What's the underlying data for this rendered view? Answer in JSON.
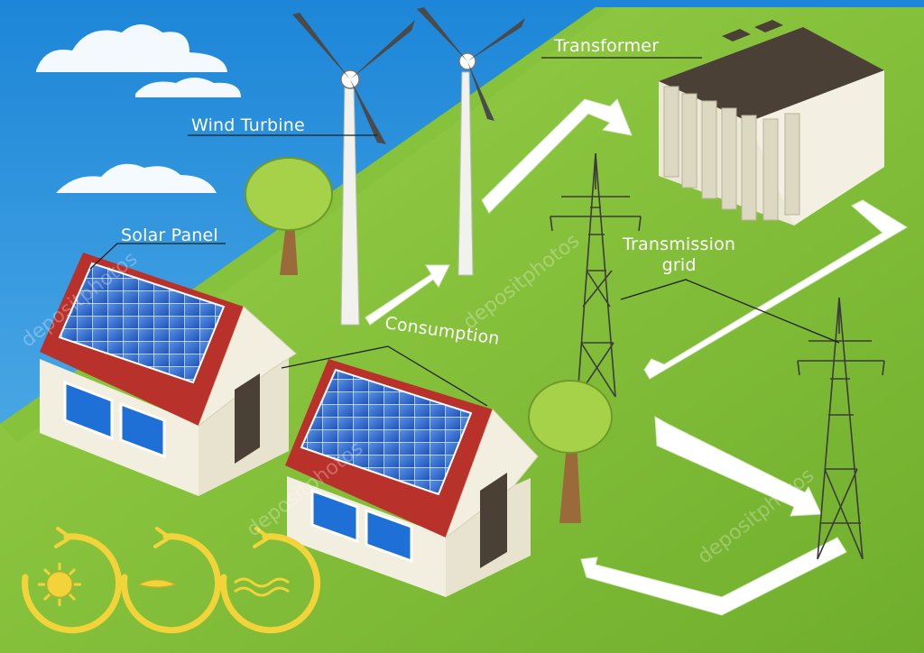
{
  "labels": {
    "wind_turbine": "Wind Turbine",
    "transformer": "Transformer",
    "solar_panel": "Solar Panel",
    "consumption": "Consumption",
    "transmission_line1": "Transmission",
    "transmission_line2": "grid"
  },
  "watermark": "depositphotos",
  "icons": [
    "sun-icon",
    "wind-icon",
    "water-icon"
  ],
  "colors": {
    "sky": "#2a8fd6",
    "grass": "#8cc63f",
    "arrow": "#ffffff",
    "roof": "#c0332b",
    "panel": "#2f6fd1",
    "icon_ring": "#f2d43a"
  }
}
